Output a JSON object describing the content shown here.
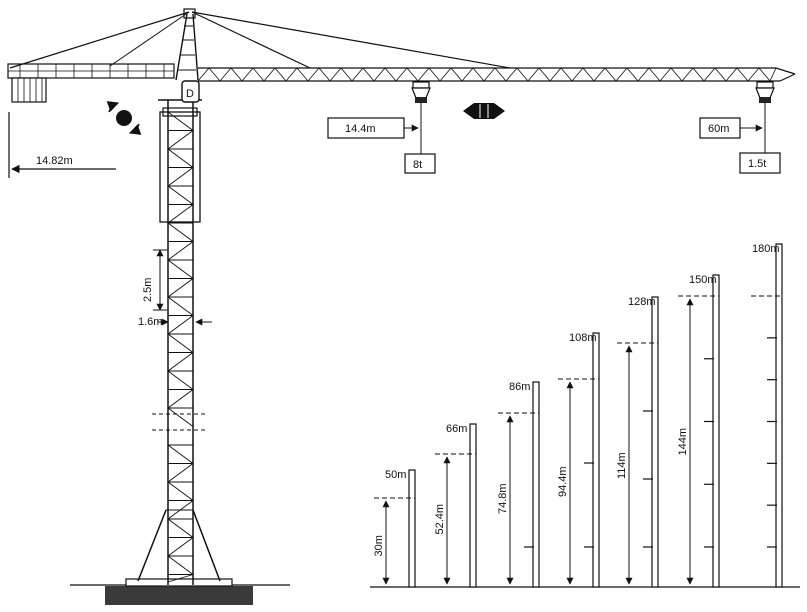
{
  "crane": {
    "counter_jib_length": "14.82m",
    "mast_section_height": "2.5m",
    "mast_width": "1.6m",
    "cab_letter": "D"
  },
  "loads": [
    {
      "radius": "14.4m",
      "capacity": "8t"
    },
    {
      "radius": "60m",
      "capacity": "1.5t"
    }
  ],
  "height_configs": [
    {
      "total": "50m",
      "hook": "30m",
      "ties": 0
    },
    {
      "total": "66m",
      "hook": "52.4m",
      "ties": 0
    },
    {
      "total": "86m",
      "hook": "74.8m",
      "ties": 1
    },
    {
      "total": "108m",
      "hook": "94.4m",
      "ties": 2
    },
    {
      "total": "128m",
      "hook": "114m",
      "ties": 3
    },
    {
      "total": "150m",
      "hook": "144m",
      "ties": 4
    },
    {
      "total": "180m",
      "hook": "",
      "ties": 6
    }
  ],
  "icons": {
    "slewing": "rotate-arrows-icon",
    "trolley": "trolley-travel-arrows-icon"
  }
}
